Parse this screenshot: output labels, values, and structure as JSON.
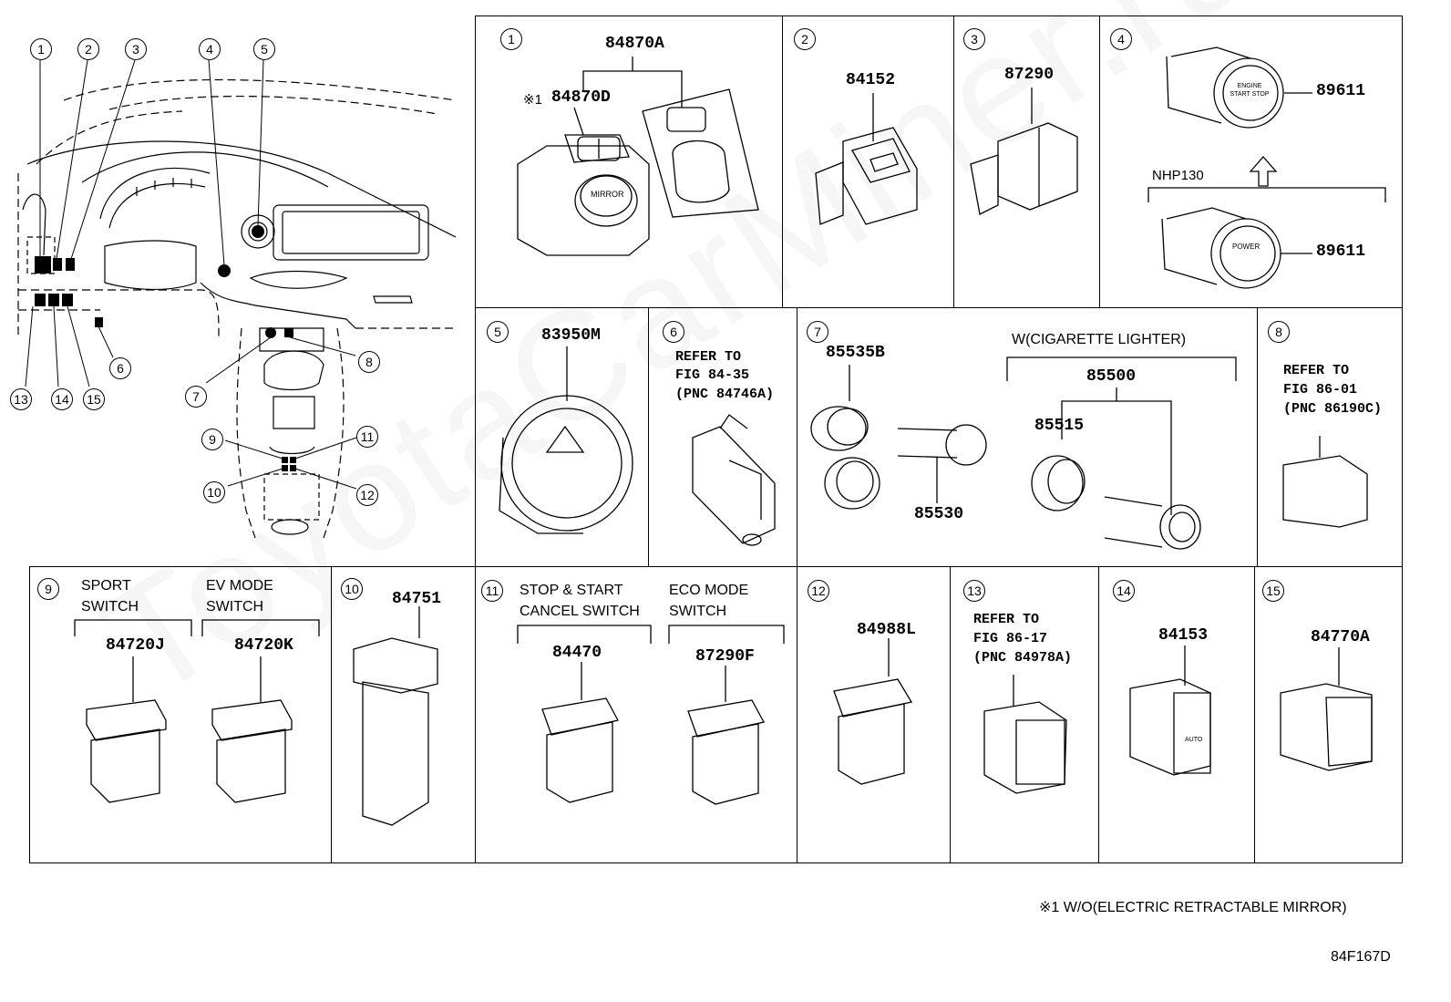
{
  "watermark": "ToyotaCarMiner.ru",
  "overview": {
    "callouts": [
      "1",
      "2",
      "3",
      "4",
      "5",
      "6",
      "7",
      "8",
      "9",
      "10",
      "11",
      "12",
      "13",
      "14",
      "15"
    ]
  },
  "cells": {
    "c1": {
      "num": "1",
      "parts": [
        "84870A",
        "84870D"
      ],
      "note_mark": "※1",
      "mirror_text": "MIRROR"
    },
    "c2": {
      "num": "2",
      "parts": [
        "84152"
      ]
    },
    "c3": {
      "num": "3",
      "parts": [
        "87290"
      ]
    },
    "c4": {
      "num": "4",
      "parts": [
        "89611",
        "89611"
      ],
      "variant": "NHP130",
      "button_top": "ENGINE START STOP",
      "button_bottom": "POWER"
    },
    "c5": {
      "num": "5",
      "parts": [
        "83950M"
      ]
    },
    "c6": {
      "num": "6",
      "ref": [
        "REFER TO",
        "FIG 84-35",
        "(PNC 84746A)"
      ]
    },
    "c7": {
      "num": "7",
      "parts": [
        "85535B",
        "85530",
        "85500",
        "85515"
      ],
      "group_label": "W(CIGARETTE LIGHTER)"
    },
    "c8": {
      "num": "8",
      "ref": [
        "REFER TO",
        "FIG 86-01",
        "(PNC 86190C)"
      ]
    },
    "c9": {
      "num": "9",
      "labels": [
        "SPORT",
        "SWITCH",
        "EV MODE",
        "SWITCH"
      ],
      "parts": [
        "84720J",
        "84720K"
      ]
    },
    "c10": {
      "num": "10",
      "parts": [
        "84751"
      ]
    },
    "c11": {
      "num": "11",
      "labels": [
        "STOP & START",
        "CANCEL SWITCH",
        "ECO MODE",
        "SWITCH"
      ],
      "parts": [
        "84470",
        "87290F"
      ]
    },
    "c12": {
      "num": "12",
      "parts": [
        "84988L"
      ]
    },
    "c13": {
      "num": "13",
      "ref": [
        "REFER TO",
        "FIG 86-17",
        "(PNC 84978A)"
      ]
    },
    "c14": {
      "num": "14",
      "parts": [
        "84153"
      ],
      "icon_text": "AUTO"
    },
    "c15": {
      "num": "15",
      "parts": [
        "84770A"
      ]
    }
  },
  "footnote": "※1 W/O(ELECTRIC RETRACTABLE MIRROR)",
  "figure_code": "84F167D"
}
